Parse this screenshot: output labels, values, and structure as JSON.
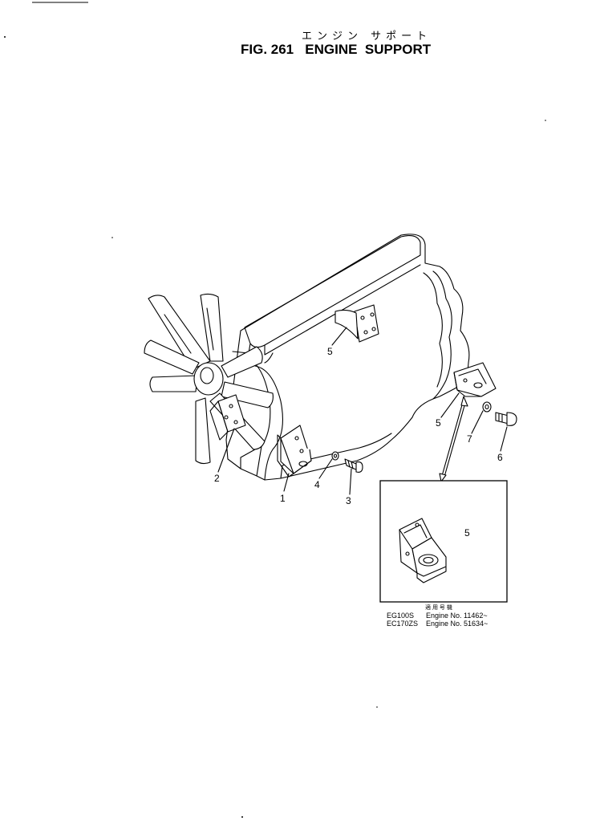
{
  "title": {
    "japanese": "エンジン サポート",
    "english": "FIG. 261   ENGINE  SUPPORT"
  },
  "callouts": [
    {
      "id": "part-1",
      "label": "1"
    },
    {
      "id": "part-2",
      "label": "2"
    },
    {
      "id": "part-3",
      "label": "3"
    },
    {
      "id": "part-4",
      "label": "4"
    },
    {
      "id": "part-5-top",
      "label": "5"
    },
    {
      "id": "part-5-right",
      "label": "5"
    },
    {
      "id": "part-6",
      "label": "6"
    },
    {
      "id": "part-7",
      "label": "7"
    },
    {
      "id": "part-5-inset",
      "label": "5"
    }
  ],
  "inset_note": {
    "header": "適 用 号 機",
    "rows": [
      {
        "model": "EG100S",
        "engine": "Engine No. 11462~"
      },
      {
        "model": "EC170ZS",
        "engine": "Engine No. 51634~"
      }
    ]
  }
}
